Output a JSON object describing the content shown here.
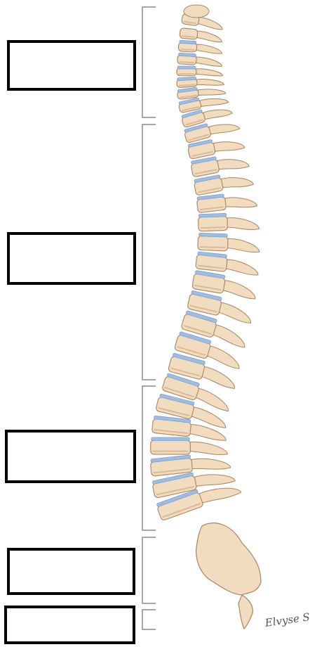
{
  "labels": [
    {
      "id": "region-1",
      "text": ""
    },
    {
      "id": "region-2",
      "text": ""
    },
    {
      "id": "region-3",
      "text": ""
    },
    {
      "id": "region-4",
      "text": ""
    },
    {
      "id": "region-5",
      "text": ""
    }
  ],
  "signature": "Elvyse Siegel",
  "colors": {
    "bone": "#f2dcc0",
    "bone_shadow": "#d9b997",
    "disc": "#9fbde0",
    "outline": "#a88462",
    "bracket": "#8a8a8a"
  }
}
